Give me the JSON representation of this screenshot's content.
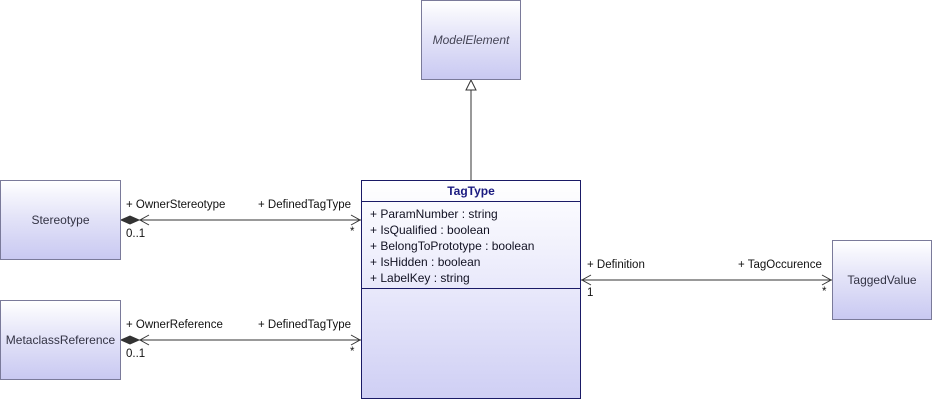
{
  "classes": {
    "model_element": "ModelElement",
    "stereotype": "Stereotype",
    "metaclass_reference": "MetaclassReference",
    "tagged_value": "TaggedValue",
    "tag_type": {
      "name": "TagType",
      "attributes": [
        "+ ParamNumber : string",
        "+ IsQualified : boolean",
        "+ BelongToPrototype : boolean",
        "+ IsHidden : boolean",
        "+ LabelKey : string"
      ]
    }
  },
  "associations": {
    "stereotype_link": {
      "source_role": "+ OwnerStereotype",
      "target_role": "+ DefinedTagType",
      "source_mult": "0..1",
      "target_mult": "*"
    },
    "metaclass_link": {
      "source_role": "+ OwnerReference",
      "target_role": "+ DefinedTagType",
      "source_mult": "0..1",
      "target_mult": "*"
    },
    "tagged_value_link": {
      "source_role": "+ Definition",
      "target_role": "+ TagOccurence",
      "source_mult": "1",
      "target_mult": "*"
    }
  },
  "colors": {
    "line": "#333333",
    "class_title": "#1a1a80",
    "box_border": "#7a7a9a"
  }
}
